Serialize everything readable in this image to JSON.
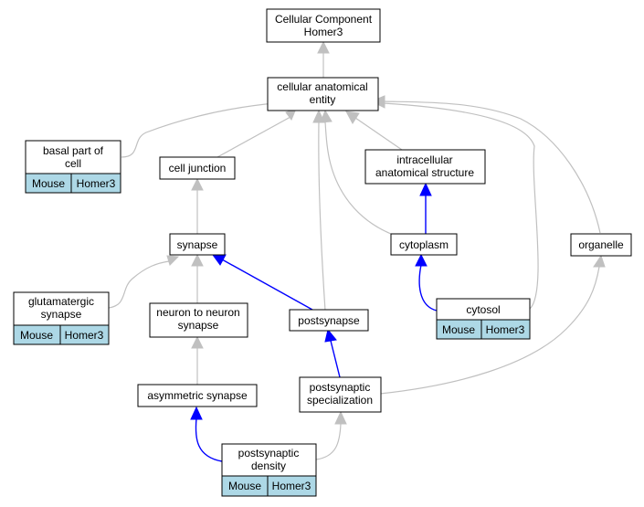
{
  "colors": {
    "is_a_edge": "#c0c0c0",
    "part_of_edge": "#0000ff",
    "annotation_cell": "#add8e6",
    "node_fill": "#ffffff",
    "node_border": "#000000"
  },
  "nodes": {
    "root": {
      "line1": "Cellular Component",
      "line2": "Homer3"
    },
    "cellular_anatomical_entity": {
      "line1": "cellular anatomical",
      "line2": "entity"
    },
    "basal_part_of_cell": {
      "line1": "basal part of",
      "line2": "cell",
      "tag_species": "Mouse",
      "tag_gene": "Homer3"
    },
    "cell_junction": {
      "label": "cell junction"
    },
    "intracellular_anatomical_structure": {
      "line1": "intracellular",
      "line2": "anatomical structure"
    },
    "synapse": {
      "label": "synapse"
    },
    "cytoplasm": {
      "label": "cytoplasm"
    },
    "organelle": {
      "label": "organelle"
    },
    "glutamatergic_synapse": {
      "line1": "glutamatergic",
      "line2": "synapse",
      "tag_species": "Mouse",
      "tag_gene": "Homer3"
    },
    "neuron_to_neuron_synapse": {
      "line1": "neuron to neuron",
      "line2": "synapse"
    },
    "postsynapse": {
      "label": "postsynapse"
    },
    "cytosol": {
      "label": "cytosol",
      "tag_species": "Mouse",
      "tag_gene": "Homer3"
    },
    "asymmetric_synapse": {
      "label": "asymmetric synapse"
    },
    "postsynaptic_specialization": {
      "line1": "postsynaptic",
      "line2": "specialization"
    },
    "postsynaptic_density": {
      "line1": "postsynaptic",
      "line2": "density",
      "tag_species": "Mouse",
      "tag_gene": "Homer3"
    }
  },
  "edges": [
    {
      "from": "cellular_anatomical_entity",
      "to": "root",
      "type": "is_a"
    },
    {
      "from": "basal_part_of_cell",
      "to": "cellular_anatomical_entity",
      "type": "is_a"
    },
    {
      "from": "cell_junction",
      "to": "cellular_anatomical_entity",
      "type": "is_a"
    },
    {
      "from": "intracellular_anatomical_structure",
      "to": "cellular_anatomical_entity",
      "type": "is_a"
    },
    {
      "from": "postsynapse",
      "to": "cellular_anatomical_entity",
      "type": "is_a"
    },
    {
      "from": "cytoplasm",
      "to": "cellular_anatomical_entity",
      "type": "is_a"
    },
    {
      "from": "cytosol",
      "to": "cellular_anatomical_entity",
      "type": "is_a"
    },
    {
      "from": "organelle",
      "to": "cellular_anatomical_entity",
      "type": "is_a"
    },
    {
      "from": "synapse",
      "to": "cell_junction",
      "type": "is_a"
    },
    {
      "from": "cytoplasm",
      "to": "intracellular_anatomical_structure",
      "type": "part_of"
    },
    {
      "from": "glutamatergic_synapse",
      "to": "synapse",
      "type": "is_a"
    },
    {
      "from": "neuron_to_neuron_synapse",
      "to": "synapse",
      "type": "is_a"
    },
    {
      "from": "postsynapse",
      "to": "synapse",
      "type": "part_of"
    },
    {
      "from": "cytosol",
      "to": "cytoplasm",
      "type": "part_of"
    },
    {
      "from": "postsynaptic_specialization",
      "to": "organelle",
      "type": "is_a"
    },
    {
      "from": "asymmetric_synapse",
      "to": "neuron_to_neuron_synapse",
      "type": "is_a"
    },
    {
      "from": "postsynaptic_specialization",
      "to": "postsynapse",
      "type": "part_of"
    },
    {
      "from": "postsynaptic_density",
      "to": "asymmetric_synapse",
      "type": "part_of"
    },
    {
      "from": "postsynaptic_density",
      "to": "postsynaptic_specialization",
      "type": "is_a"
    }
  ]
}
